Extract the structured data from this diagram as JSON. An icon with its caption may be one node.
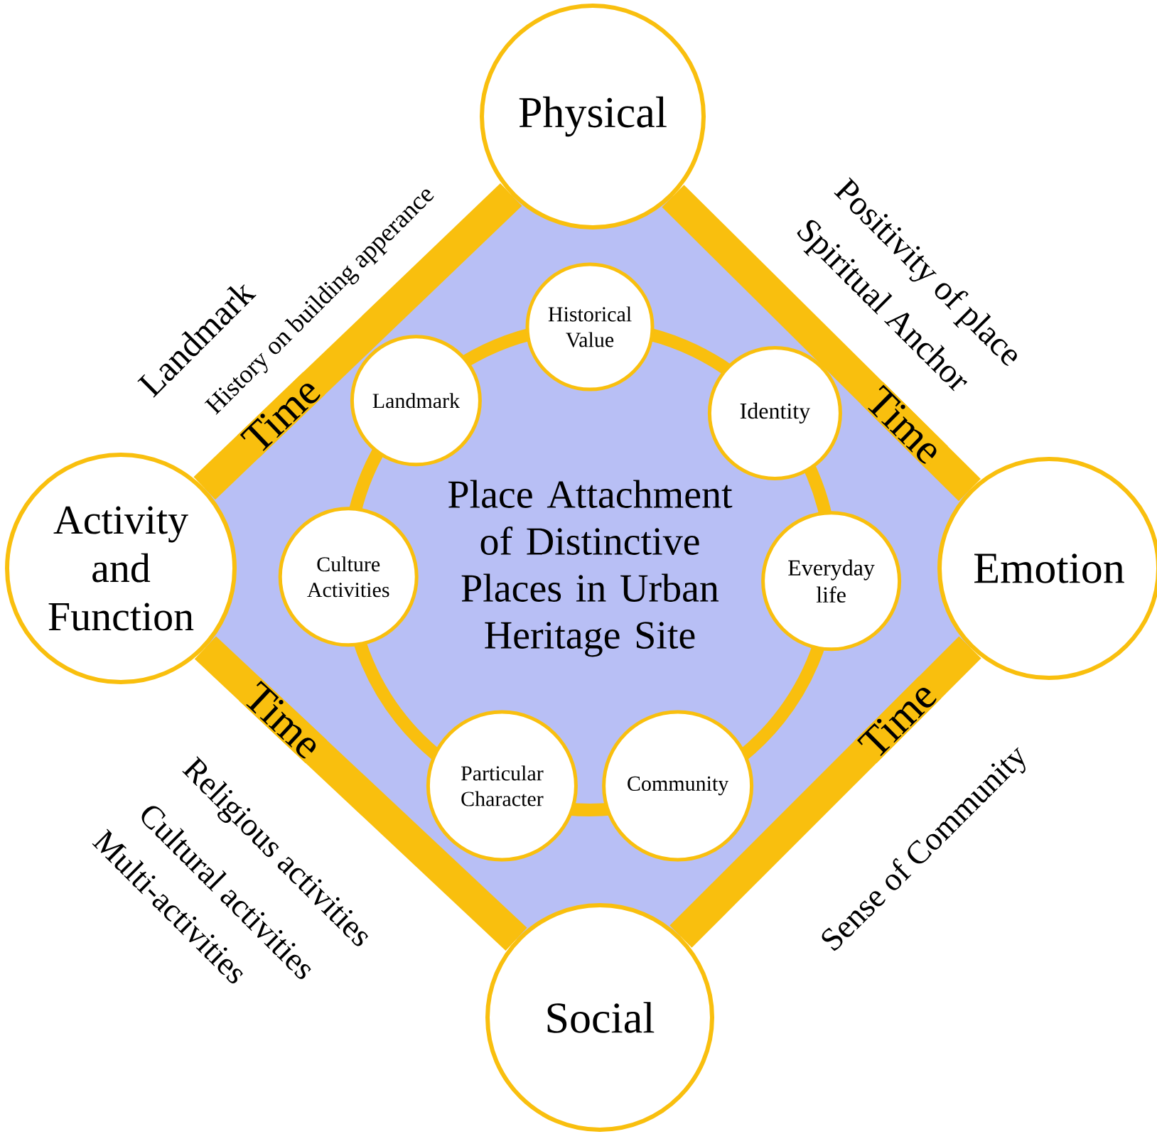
{
  "diagram": {
    "nodes": [
      {
        "text": [
          "Physical"
        ]
      },
      {
        "text": [
          "Emotion"
        ]
      },
      {
        "text": [
          "Social"
        ]
      },
      {
        "text": [
          "Activity and Function"
        ]
      },
      {
        "text": [
          "Place Attachment of Distinctive Places in Urban Heritage Site"
        ]
      },
      {
        "text": [
          "Historical Value"
        ]
      },
      {
        "text": [
          "Identity"
        ]
      },
      {
        "text": [
          "Everyday life"
        ]
      },
      {
        "text": [
          "Community"
        ]
      },
      {
        "text": [
          "Particular Character"
        ]
      },
      {
        "text": [
          "Culture Activities"
        ]
      },
      {
        "text": [
          "Landmark"
        ]
      }
    ],
    "edges": [
      {
        "from": 3,
        "to": 0,
        "arrow": "none",
        "label": "Time"
      },
      {
        "from": 0,
        "to": 1,
        "arrow": "none",
        "label": "Time"
      },
      {
        "from": 3,
        "to": 2,
        "arrow": "none",
        "label": "Time"
      },
      {
        "from": 2,
        "to": 1,
        "arrow": "none",
        "label": "Time"
      }
    ],
    "labels": [
      "Landmark",
      "History on building apperance",
      "Positivity of place",
      "Spiritual Anchor",
      "Religious activities",
      "Cultural activities",
      "Multi-activities",
      "Sense of Community"
    ]
  }
}
